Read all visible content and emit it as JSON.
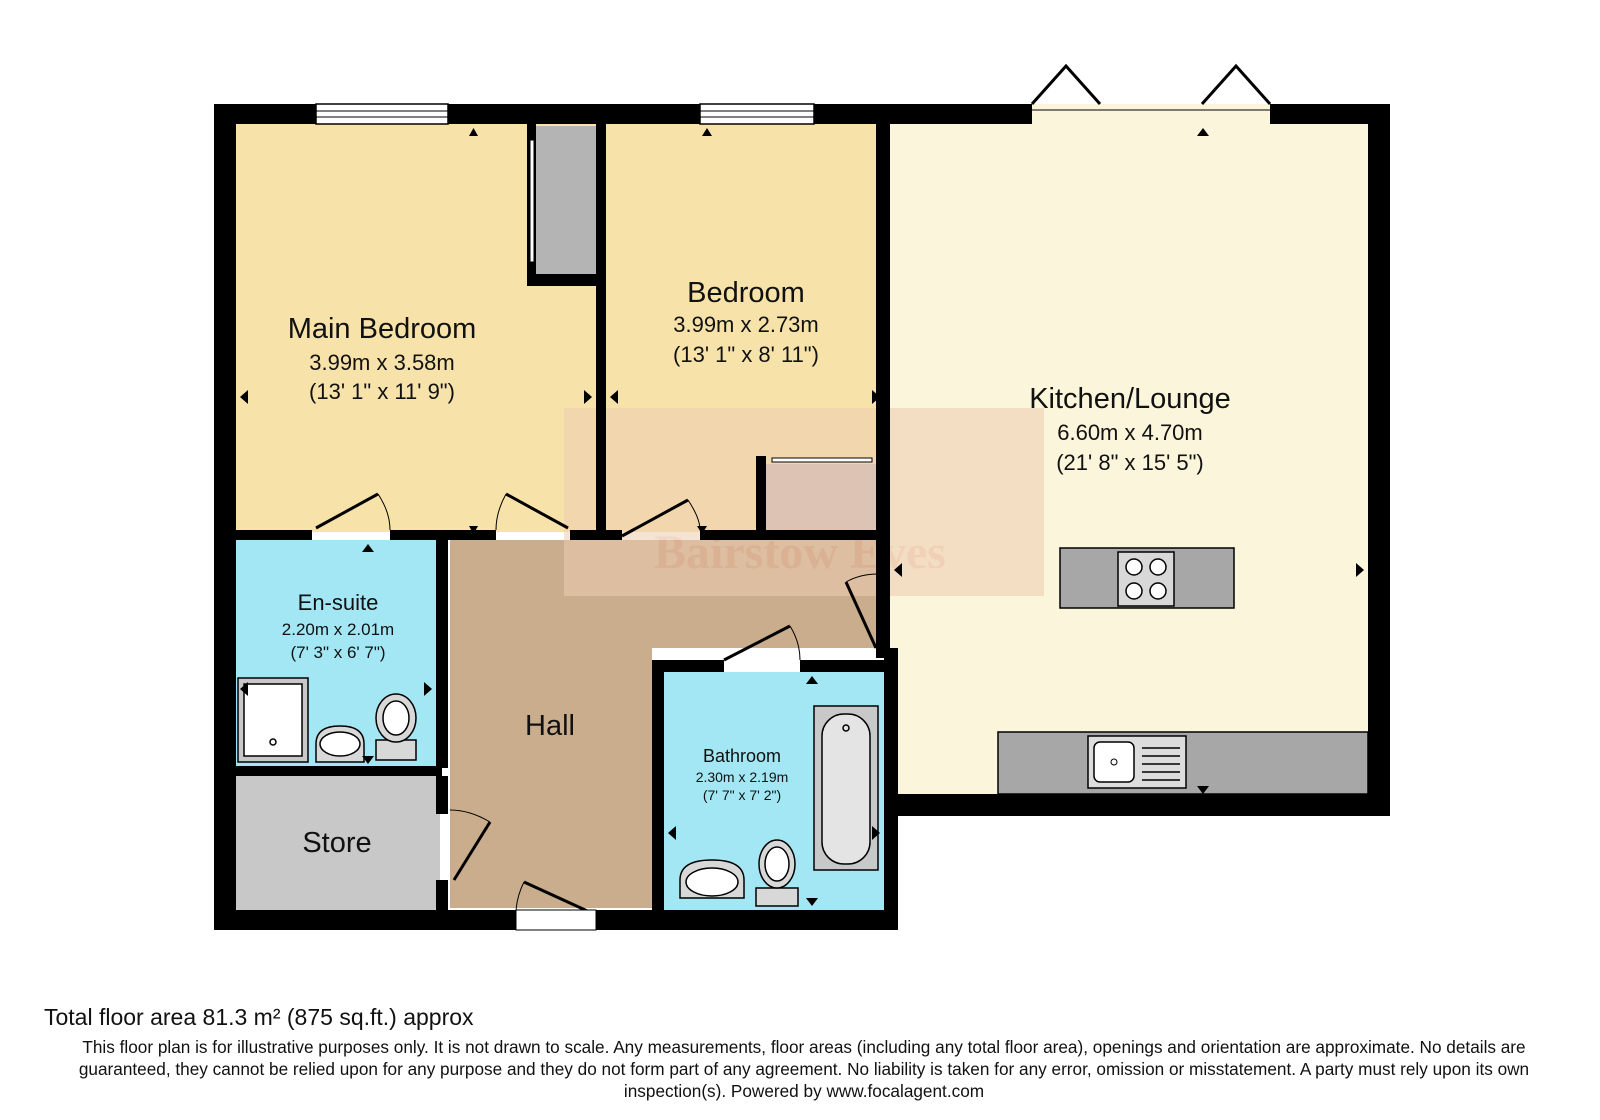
{
  "rooms": {
    "main_bedroom": {
      "name": "Main Bedroom",
      "metric": "3.99m x 3.58m",
      "imperial": "(13' 1\" x 11' 9\")"
    },
    "bedroom": {
      "name": "Bedroom",
      "metric": "3.99m x 2.73m",
      "imperial": "(13' 1\" x 8' 11\")"
    },
    "kitchen_lounge": {
      "name": "Kitchen/Lounge",
      "metric": "6.60m x 4.70m",
      "imperial": "(21' 8\" x 15' 5\")"
    },
    "en_suite": {
      "name": "En-suite",
      "metric": "2.20m x 2.01m",
      "imperial": "(7' 3\" x 6' 7\")"
    },
    "hall": {
      "name": "Hall"
    },
    "bathroom": {
      "name": "Bathroom",
      "metric": "2.30m x 2.19m",
      "imperial": "(7' 7\" x 7' 2\")"
    },
    "store": {
      "name": "Store"
    }
  },
  "watermark": "Bairstow Eves",
  "footer": {
    "total_area": "Total floor area 81.3 m² (875 sq.ft.) approx",
    "disclaimer": "This floor plan is for illustrative purposes only. It is not drawn to scale. Any measurements, floor areas (including any total floor area), openings and orientation are approximate. No details are guaranteed, they cannot be relied upon for any purpose and they do not form part of any agreement. No liability is taken for any error, omission or misstatement. A party must rely upon its own inspection(s). Powered by www.focalagent.com"
  },
  "colors": {
    "bedroom_fill": "#f7e3a9",
    "kitchen_fill": "#fbf5db",
    "wet_room_fill": "#a3e7f4",
    "hall_fill": "#c9ad8c",
    "store_fill": "#c8c8c8",
    "wall": "#000000",
    "fitting_grey": "#a7a7a7"
  },
  "icons": [
    "door-swing-icon",
    "window-icon",
    "hob-icon",
    "sink-icon",
    "bath-icon",
    "toilet-icon",
    "basin-icon",
    "shower-tray-icon",
    "measurement-arrow-icon"
  ]
}
